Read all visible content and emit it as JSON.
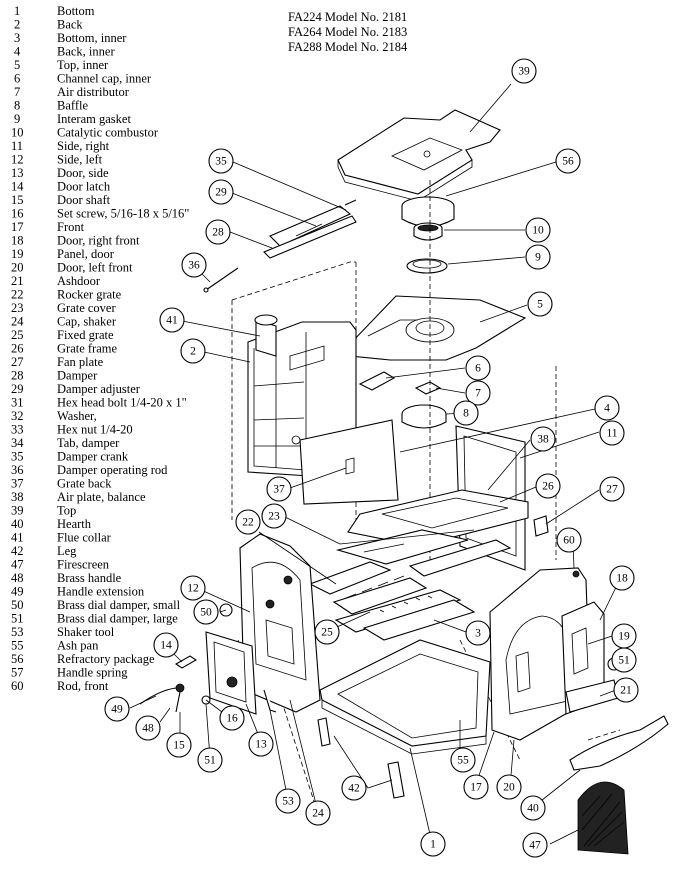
{
  "models": [
    "FA224 Model No. 2181",
    "FA264 Model No. 2183",
    "FA288 Model No. 2184"
  ],
  "parts_list": [
    {
      "num": "1",
      "name": "Bottom"
    },
    {
      "num": "2",
      "name": "Back"
    },
    {
      "num": "3",
      "name": "Bottom, inner"
    },
    {
      "num": "4",
      "name": "Back, inner"
    },
    {
      "num": "5",
      "name": "Top, inner"
    },
    {
      "num": "6",
      "name": "Channel cap, inner"
    },
    {
      "num": "7",
      "name": "Air distributor"
    },
    {
      "num": "8",
      "name": "Baffle"
    },
    {
      "num": "9",
      "name": "Interam gasket"
    },
    {
      "num": "10",
      "name": "Catalytic combustor"
    },
    {
      "num": "11",
      "name": "Side, right"
    },
    {
      "num": "12",
      "name": "Side, left"
    },
    {
      "num": "13",
      "name": "Door, side"
    },
    {
      "num": "14",
      "name": "Door latch"
    },
    {
      "num": "15",
      "name": "Door shaft"
    },
    {
      "num": "16",
      "name": "Set screw, 5/16-18 x 5/16\""
    },
    {
      "num": "17",
      "name": "Front"
    },
    {
      "num": "18",
      "name": "Door, right front"
    },
    {
      "num": "19",
      "name": "Panel, door"
    },
    {
      "num": "20",
      "name": "Door, left front"
    },
    {
      "num": "21",
      "name": "Ashdoor"
    },
    {
      "num": "22",
      "name": "Rocker grate"
    },
    {
      "num": "23",
      "name": "Grate cover"
    },
    {
      "num": "24",
      "name": "Cap, shaker"
    },
    {
      "num": "25",
      "name": "Fixed grate"
    },
    {
      "num": "26",
      "name": "Grate frame"
    },
    {
      "num": "27",
      "name": "Fan plate"
    },
    {
      "num": "28",
      "name": "Damper"
    },
    {
      "num": "29",
      "name": "Damper adjuster"
    },
    {
      "num": "31",
      "name": "Hex head bolt 1/4-20 x 1\""
    },
    {
      "num": "32",
      "name": "Washer,"
    },
    {
      "num": "33",
      "name": "Hex nut 1/4-20"
    },
    {
      "num": "34",
      "name": "Tab, damper"
    },
    {
      "num": "35",
      "name": "Damper crank"
    },
    {
      "num": "36",
      "name": "Damper operating rod"
    },
    {
      "num": "37",
      "name": "Grate back"
    },
    {
      "num": "38",
      "name": "Air plate, balance"
    },
    {
      "num": "39",
      "name": "Top"
    },
    {
      "num": "40",
      "name": "Hearth"
    },
    {
      "num": "41",
      "name": "Flue collar"
    },
    {
      "num": "42",
      "name": "Leg"
    },
    {
      "num": "47",
      "name": "Firescreen"
    },
    {
      "num": "48",
      "name": "Brass handle"
    },
    {
      "num": "49",
      "name": "Handle extension"
    },
    {
      "num": "50",
      "name": "Brass dial damper, small"
    },
    {
      "num": "51",
      "name": "Brass dial damper, large"
    },
    {
      "num": "53",
      "name": "Shaker tool"
    },
    {
      "num": "55",
      "name": "Ash pan"
    },
    {
      "num": "56",
      "name": "Refractory package"
    },
    {
      "num": "57",
      "name": "Handle spring"
    },
    {
      "num": "60",
      "name": "Rod, front"
    }
  ],
  "callouts": [
    "39",
    "56",
    "35",
    "29",
    "10",
    "28",
    "9",
    "36",
    "5",
    "41",
    "2",
    "6",
    "7",
    "8",
    "4",
    "11",
    "38",
    "37",
    "26",
    "27",
    "23",
    "22",
    "60",
    "12",
    "18",
    "50",
    "25",
    "3",
    "14",
    "19",
    "51",
    "21",
    "49",
    "16",
    "48",
    "15",
    "51",
    "13",
    "55",
    "42",
    "17",
    "20",
    "40",
    "53",
    "24",
    "1",
    "47"
  ]
}
